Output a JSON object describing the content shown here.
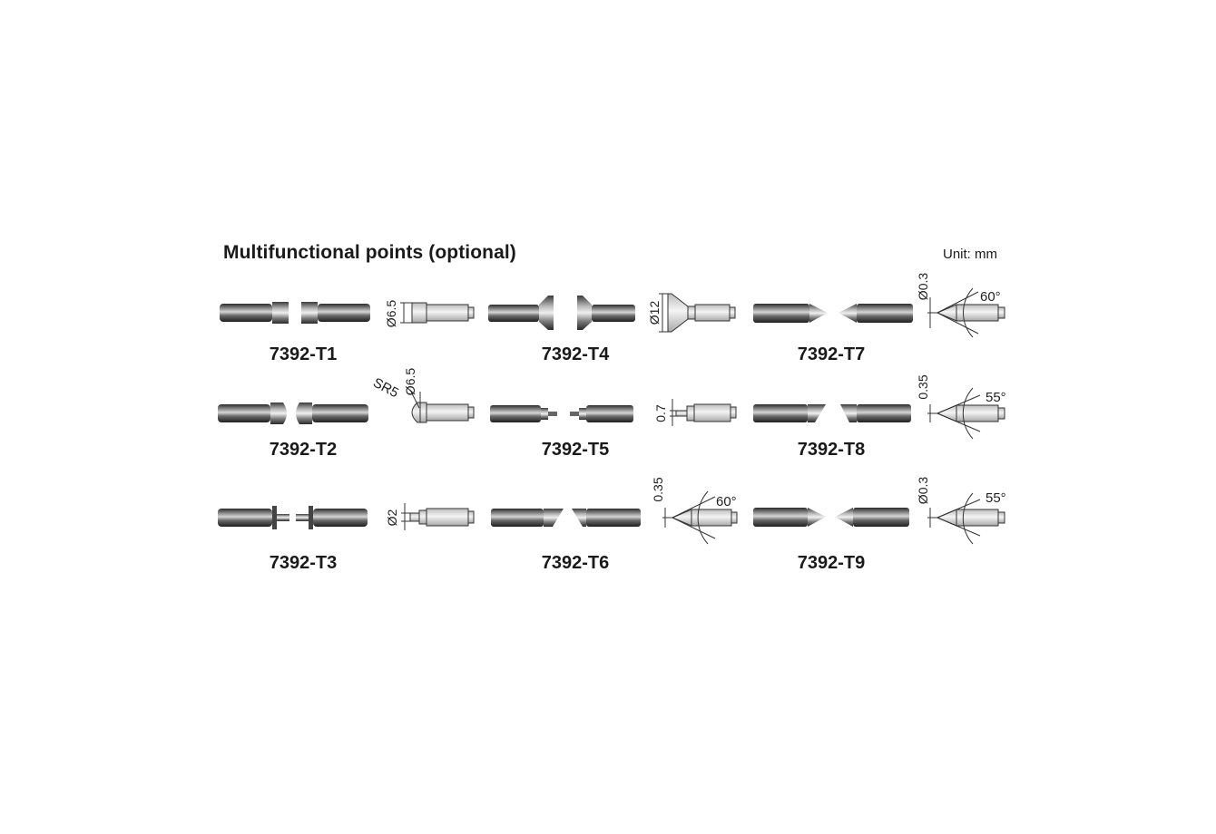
{
  "header": {
    "title": "Multifunctional points (optional)",
    "unit": "Unit: mm"
  },
  "items": [
    {
      "code": "7392-T1",
      "dims": [
        "Ø6.5"
      ]
    },
    {
      "code": "7392-T2",
      "dims": [
        "SR5",
        "Ø6.5"
      ]
    },
    {
      "code": "7392-T3",
      "dims": [
        "Ø2"
      ]
    },
    {
      "code": "7392-T4",
      "dims": [
        "Ø12"
      ]
    },
    {
      "code": "7392-T5",
      "dims": [
        "0.7"
      ]
    },
    {
      "code": "7392-T6",
      "dims": [
        "0.35",
        "60°"
      ]
    },
    {
      "code": "7392-T7",
      "dims": [
        "Ø0.3",
        "60°"
      ]
    },
    {
      "code": "7392-T8",
      "dims": [
        "0.35",
        "55°"
      ]
    },
    {
      "code": "7392-T9",
      "dims": [
        "Ø0.3",
        "55°"
      ]
    }
  ],
  "colors": {
    "steel_dark": "#3a3a3a",
    "steel_light": "#9a9a9a",
    "line": "#222222"
  }
}
